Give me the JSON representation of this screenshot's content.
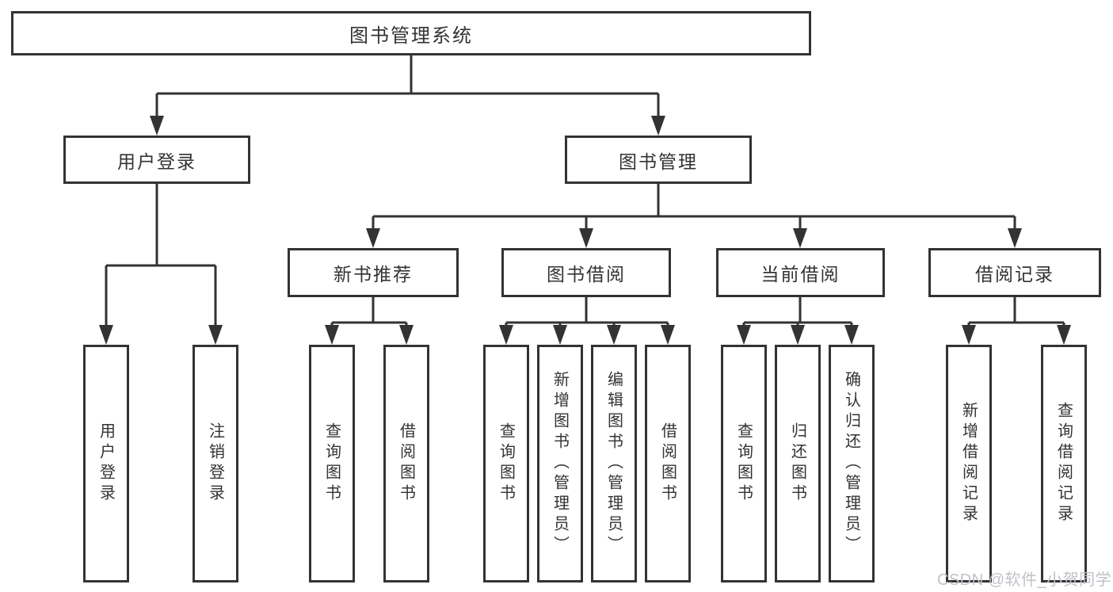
{
  "colors": {
    "line": "#333333",
    "text": "#333333",
    "background": "#ffffff",
    "watermark": "#bfc2c7"
  },
  "tree": {
    "root": "图书管理系统",
    "children": [
      {
        "label": "用户登录",
        "leaves": [
          "用户登录",
          "注销登录"
        ]
      },
      {
        "label": "图书管理",
        "children": [
          {
            "label": "新书推荐",
            "leaves": [
              "查询图书",
              "借阅图书"
            ]
          },
          {
            "label": "图书借阅",
            "leaves": [
              "查询图书",
              "新增图书（管理员）",
              "编辑图书（管理员）",
              "借阅图书"
            ]
          },
          {
            "label": "当前借阅",
            "leaves": [
              "查询图书",
              "归还图书",
              "确认归还（管理员）"
            ]
          },
          {
            "label": "借阅记录",
            "leaves": [
              "新增借阅记录",
              "查询借阅记录"
            ]
          }
        ]
      }
    ]
  },
  "watermark": "CSDN @软件_小贺同学"
}
